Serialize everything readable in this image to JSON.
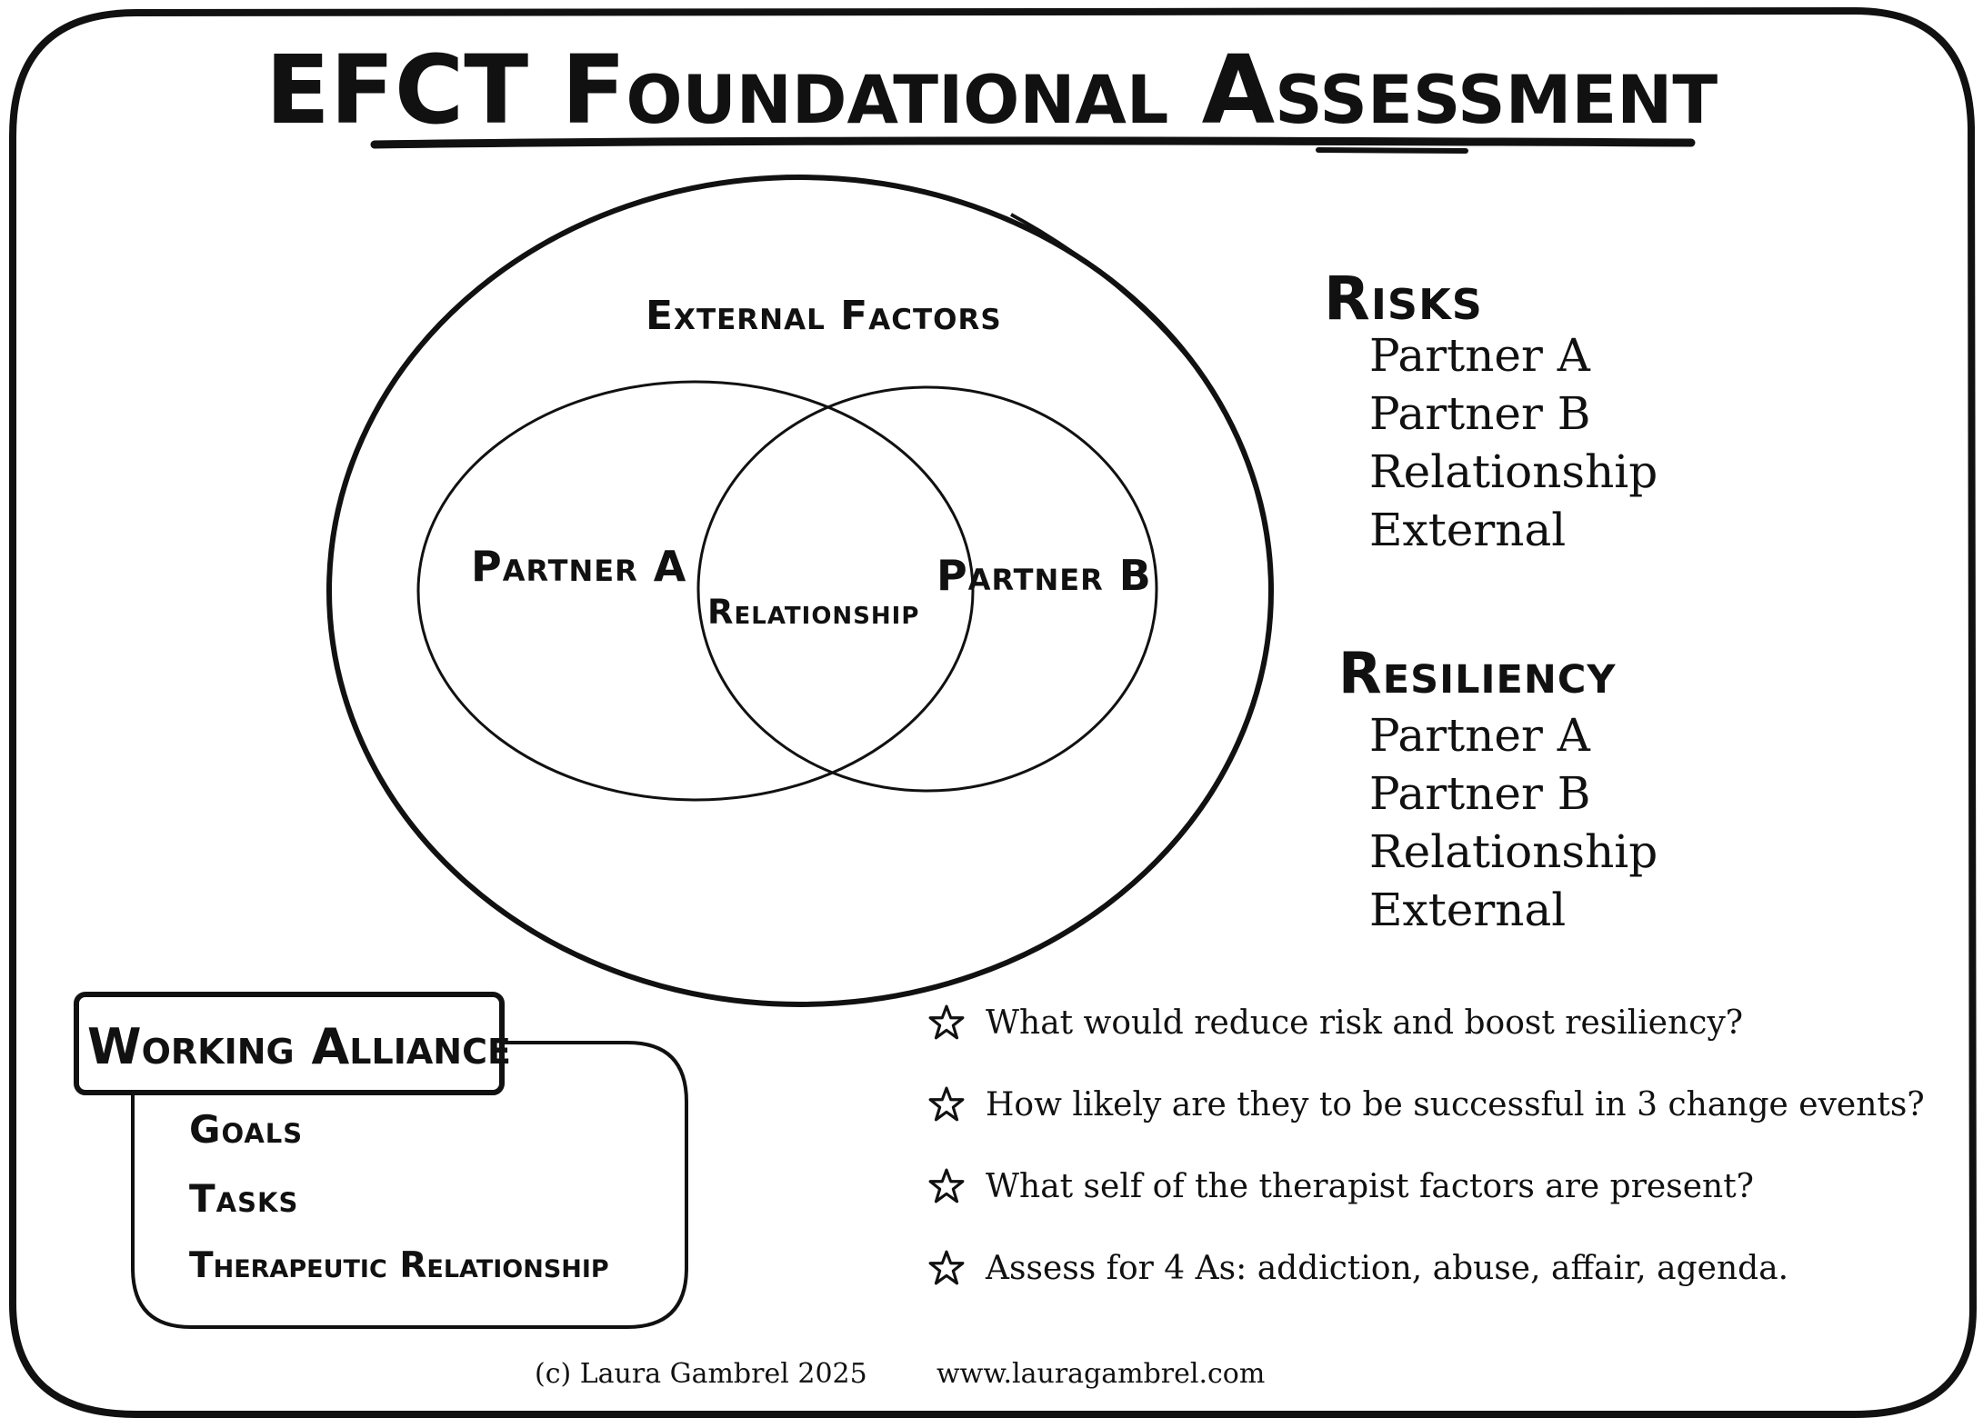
{
  "title": "EFCT Foundational Assessment",
  "diagram": {
    "outer_label": "External Factors",
    "left_label": "Partner A",
    "right_label": "Partner B",
    "overlap_label": "Relationship"
  },
  "risks": {
    "heading": "Risks",
    "items": [
      "Partner A",
      "Partner B",
      "Relationship",
      "External"
    ]
  },
  "resiliency": {
    "heading": "Resiliency",
    "items": [
      "Partner A",
      "Partner B",
      "Relationship",
      "External"
    ]
  },
  "working_alliance": {
    "heading": "Working Alliance",
    "items": [
      "Goals",
      "Tasks",
      "Therapeutic Relationship"
    ]
  },
  "questions": [
    "What would reduce risk and boost resiliency?",
    "How likely are they to be successful in 3 change events?",
    "What self of the therapist factors are present?",
    "Assess for 4 As: addiction, abuse, affair, agenda."
  ],
  "footer": {
    "copyright": "(c) Laura Gambrel 2025",
    "website": "www.lauragambrel.com"
  },
  "icons": {
    "question_bullet": "star-icon"
  },
  "colors": {
    "ink": "#111111",
    "background": "#ffffff"
  }
}
